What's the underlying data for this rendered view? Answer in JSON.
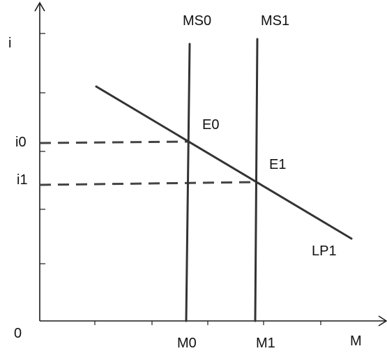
{
  "labels": {
    "y_axis": "i",
    "x_axis": "M",
    "origin": "0",
    "ms0": "MS0",
    "ms1": "MS1",
    "e0": "E0",
    "e1": "E1",
    "i0": "i0",
    "i1": "i1",
    "m0": "M0",
    "m1": "M1",
    "lp1": "LP1"
  },
  "colors": {
    "axis": "#1a1a1a",
    "curves": "#333333",
    "dashed_guides": "#444444"
  }
}
